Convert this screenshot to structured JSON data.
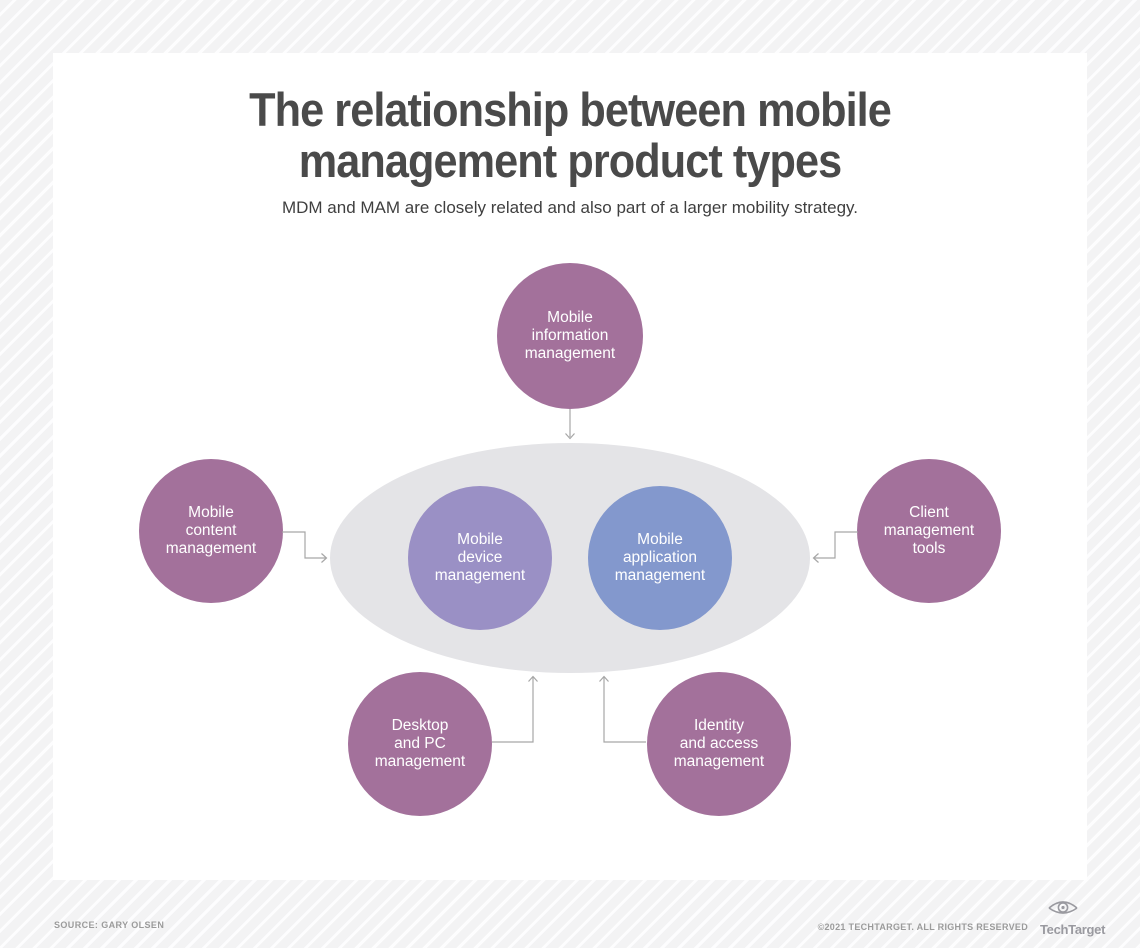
{
  "title": {
    "line1": "The relationship between mobile",
    "line2": "management product types",
    "subtitle": "MDM and MAM are closely related and also part of a larger mobility strategy."
  },
  "diagram": {
    "satellites": [
      {
        "id": "mobile-information-management",
        "lines": [
          "Mobile",
          "information",
          "management"
        ]
      },
      {
        "id": "mobile-content-management",
        "lines": [
          "Mobile",
          "content",
          "management"
        ]
      },
      {
        "id": "client-management-tools",
        "lines": [
          "Client",
          "management",
          "tools"
        ]
      },
      {
        "id": "desktop-and-pc-management",
        "lines": [
          "Desktop",
          "and PC",
          "management"
        ]
      },
      {
        "id": "identity-and-access-management",
        "lines": [
          "Identity",
          "and access",
          "management"
        ]
      }
    ],
    "core": [
      {
        "id": "mobile-device-management",
        "lines": [
          "Mobile",
          "device",
          "management"
        ]
      },
      {
        "id": "mobile-application-management",
        "lines": [
          "Mobile",
          "application",
          "management"
        ]
      }
    ]
  },
  "colors": {
    "satellite_circle": "#a3719b",
    "mdm_circle": "#9a90c5",
    "mam_circle": "#8398cd",
    "ellipse": "#e4e4e7",
    "arrow": "#a6a6a6",
    "title_text": "#4a4a4a"
  },
  "footer": {
    "source": "SOURCE: GARY OLSEN",
    "copyright": "©2021 TECHTARGET. ALL RIGHTS RESERVED",
    "brand": "TechTarget"
  }
}
